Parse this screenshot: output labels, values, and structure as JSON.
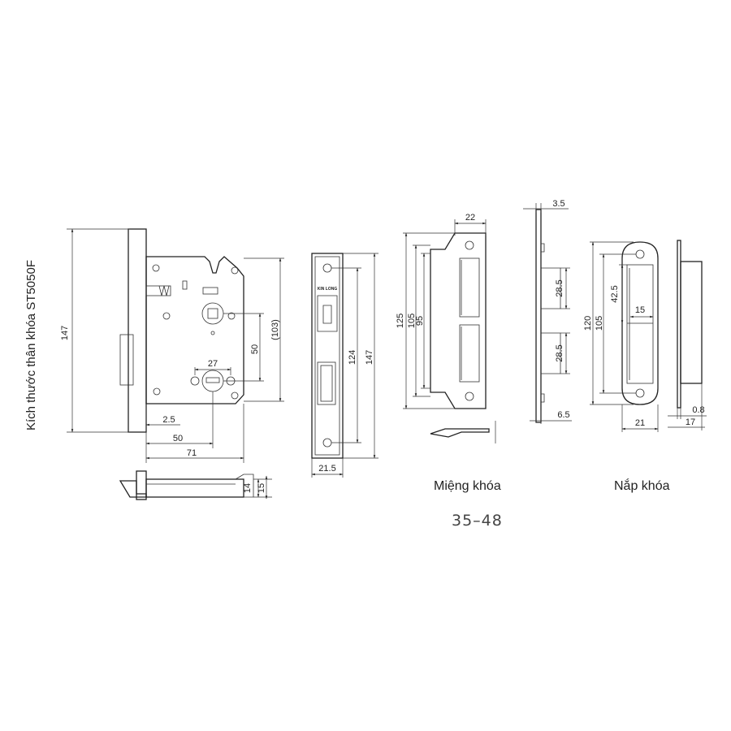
{
  "title": "Kích thước thân khóa ST5050F",
  "captions": {
    "strike": "Miệng khóa",
    "cover": "Nắp khóa"
  },
  "door_thickness_range": "35–48",
  "faceplate_brand": "KIN LONG",
  "dimensions": {
    "body_height": "147",
    "faceplate_offset": "2.5",
    "backset": "50",
    "body_depth": "71",
    "center_distance": "50",
    "handle_spacing": "(103)",
    "cylinder_width": "27",
    "latch_projection_a": "14",
    "latch_projection_b": "15",
    "faceplate_hole_spacing": "124",
    "faceplate_height": "147",
    "faceplate_width": "21.5",
    "strike_width": "22",
    "strike_height_a": "125",
    "strike_height_b": "105",
    "strike_height_c": "95",
    "strike_thickness": "3.5",
    "strike_slot_a": "28.5",
    "strike_slot_b": "28.5",
    "strike_depth": "6.5",
    "cover_slot": "42.5",
    "cover_slot_width": "15",
    "cover_height_a": "120",
    "cover_height_b": "105",
    "cover_width": "21",
    "cover_thickness": "0.8",
    "cover_depth": "17"
  }
}
